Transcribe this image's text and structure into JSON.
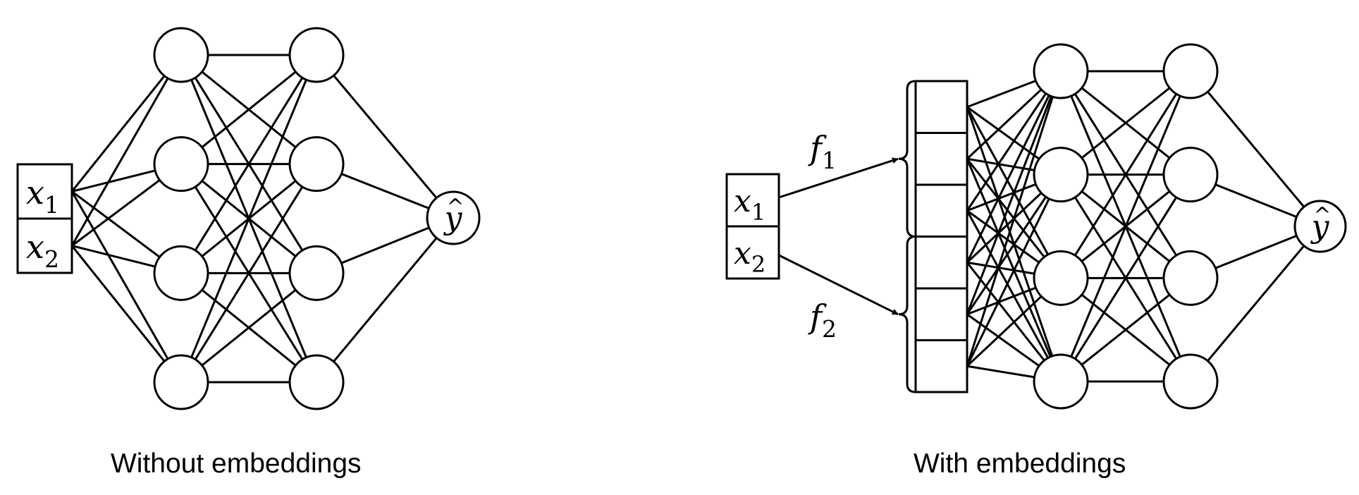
{
  "panels": {
    "left": {
      "caption": "Without embeddings",
      "inputs": [
        {
          "symbol": "x",
          "sub": "1"
        },
        {
          "symbol": "x",
          "sub": "2"
        }
      ],
      "hidden_layers": [
        4,
        4
      ],
      "output": {
        "symbol": "y",
        "accent": "^"
      }
    },
    "right": {
      "caption": "With embeddings",
      "inputs": [
        {
          "symbol": "x",
          "sub": "1"
        },
        {
          "symbol": "x",
          "sub": "2"
        }
      ],
      "embedding_labels": [
        {
          "symbol": "f",
          "sub": "1"
        },
        {
          "symbol": "f",
          "sub": "2"
        }
      ],
      "embedding_cells": 6,
      "hidden_layers": [
        4,
        4
      ],
      "output": {
        "symbol": "y",
        "accent": "^"
      }
    }
  },
  "colors": {
    "stroke": "#000000",
    "background": "#ffffff"
  }
}
